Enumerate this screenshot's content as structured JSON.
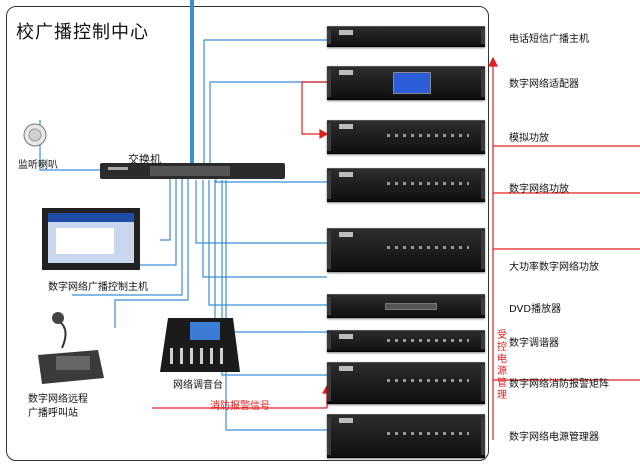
{
  "title": "校广播控制中心",
  "switch": {
    "label": "交换机"
  },
  "left_devices": {
    "monitor_speaker": "监听喇叭",
    "host": "数字网络广播控制主机",
    "mixer": "网络调音台",
    "paging": [
      "数字网络远程",
      "广播呼叫站"
    ]
  },
  "rack": [
    "电话短信广播主机",
    "数字网络适配器",
    "模拟功放",
    "数字网络功放",
    "大功率数字网络功放",
    "DVD播放器",
    "数字调谐器",
    "数字网络消防报警矩阵",
    "数字网络电源管理器"
  ],
  "fire_signal": "消防报警信号",
  "controlled_power": "受控电源管理",
  "colors": {
    "network": "#3a8fd6",
    "signal": "#e02020",
    "device": "#1a1a1a"
  }
}
